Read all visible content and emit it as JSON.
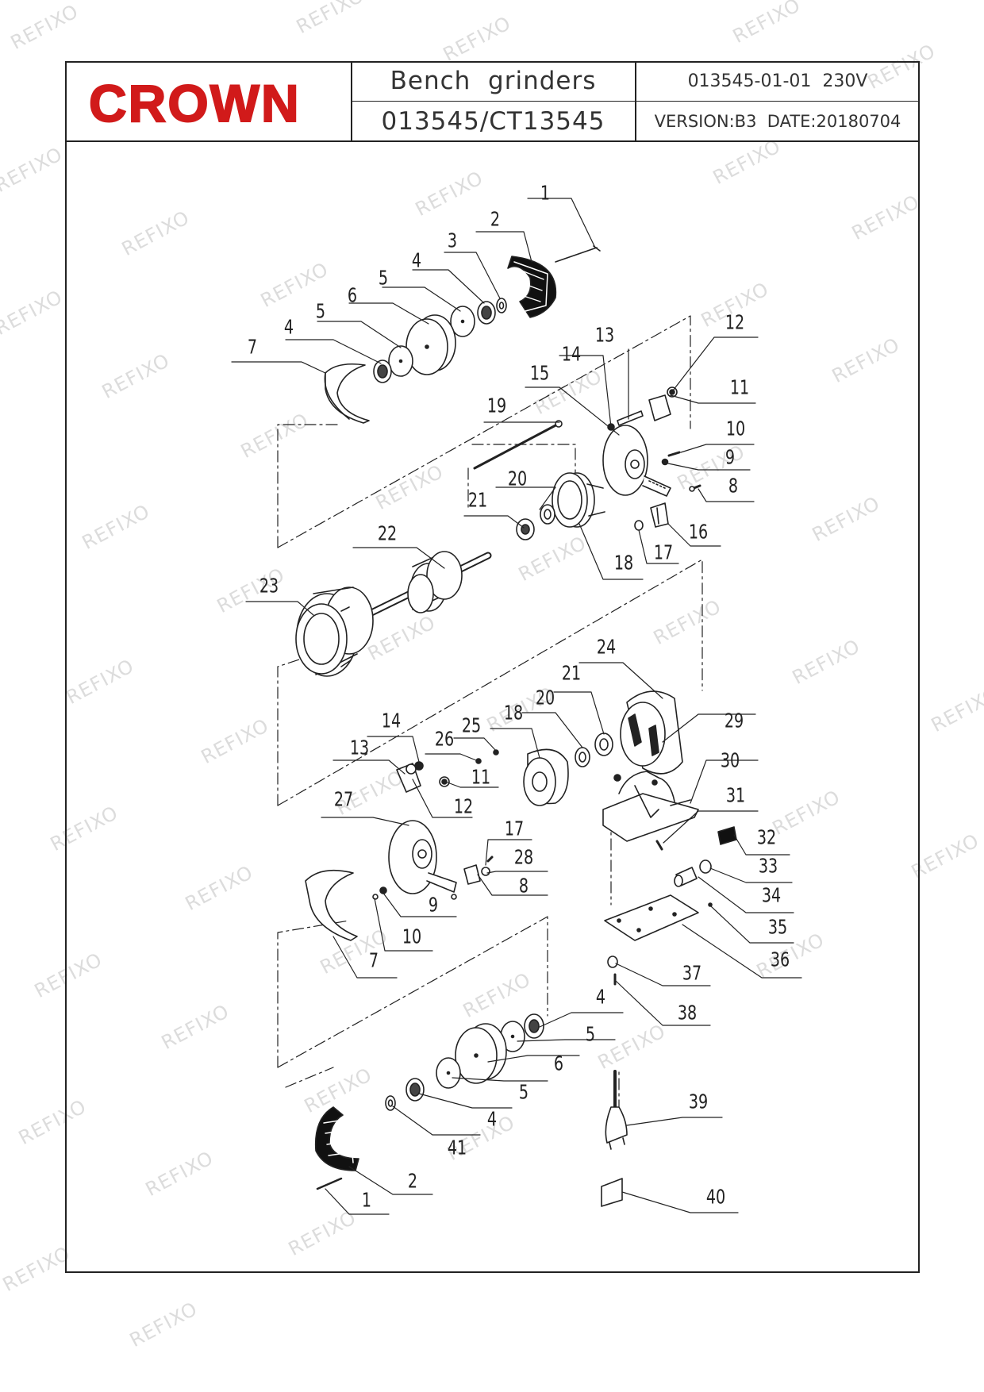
{
  "header": {
    "brand": "CROWN",
    "product_name": "Bench  grinders",
    "model": "013545/CT13545",
    "doc_code": "013545-01-01  230V",
    "version_date": "VERSION:B3  DATE:20180704"
  },
  "watermark": "REFIXO",
  "callouts": [
    "1",
    "2",
    "3",
    "4",
    "5",
    "6",
    "5",
    "4",
    "7",
    "12",
    "13",
    "14",
    "15",
    "11",
    "10",
    "9",
    "8",
    "19",
    "20",
    "21",
    "16",
    "17",
    "18",
    "22",
    "23",
    "24",
    "21",
    "20",
    "18",
    "29",
    "25",
    "26",
    "14",
    "13",
    "11",
    "12",
    "30",
    "31",
    "27",
    "17",
    "28",
    "32",
    "33",
    "8",
    "34",
    "35",
    "9",
    "10",
    "7",
    "36",
    "37",
    "4",
    "38",
    "5",
    "6",
    "5",
    "4",
    "41",
    "39",
    "2",
    "1",
    "40"
  ]
}
